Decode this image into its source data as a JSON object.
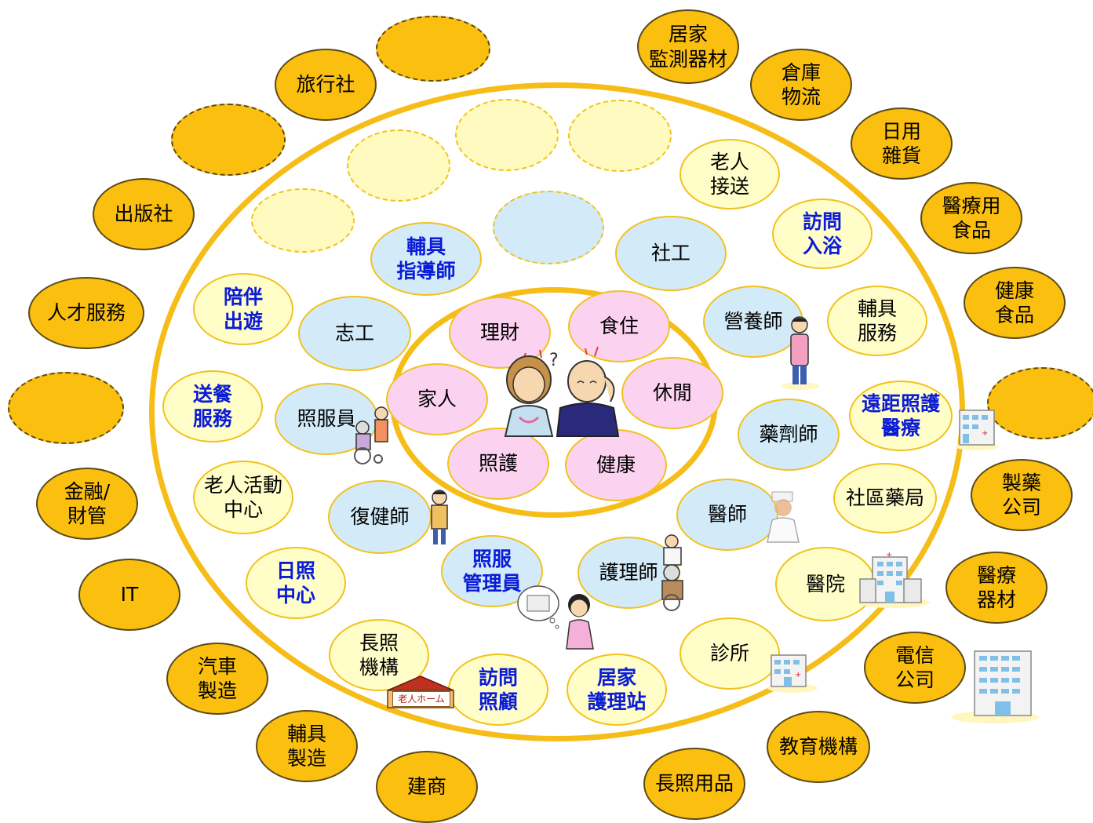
{
  "colors": {
    "outer_fill": "#fbbf0f",
    "ring_stroke": "#f2c21a",
    "middle_fill": "#fffdc8",
    "inner_fill": "#d3ebf8",
    "core_fill": "#fbd3f1",
    "emphasis_text": "#0a1cd6"
  },
  "outer_ring": [
    {
      "label": "旅行社"
    },
    {
      "label": ""
    },
    {
      "label": "居家\n監測器材"
    },
    {
      "label": "倉庫\n物流"
    },
    {
      "label": "日用\n雜貨"
    },
    {
      "label": "醫療用\n食品"
    },
    {
      "label": "健康\n食品"
    },
    {
      "label": ""
    },
    {
      "label": "製藥\n公司"
    },
    {
      "label": "醫療\n器材"
    },
    {
      "label": "電信\n公司"
    },
    {
      "label": "教育機構"
    },
    {
      "label": "長照用品"
    },
    {
      "label": "建商"
    },
    {
      "label": "輔具\n製造"
    },
    {
      "label": "汽車\n製造"
    },
    {
      "label": "IT"
    },
    {
      "label": "金融/\n財管"
    },
    {
      "label": ""
    },
    {
      "label": "人才服務"
    },
    {
      "label": "出版社"
    },
    {
      "label": ""
    }
  ],
  "middle_ring": [
    {
      "label": ""
    },
    {
      "label": ""
    },
    {
      "label": ""
    },
    {
      "label": ""
    },
    {
      "label": "老人\n接送"
    },
    {
      "label": "訪問\n入浴",
      "emphasis": true
    },
    {
      "label": "輔具\n服務"
    },
    {
      "label": "遠距照護\n醫療",
      "emphasis": true
    },
    {
      "label": "社區藥局"
    },
    {
      "label": "醫院"
    },
    {
      "label": "診所"
    },
    {
      "label": "居家\n護理站",
      "emphasis": true
    },
    {
      "label": "訪問\n照顧",
      "emphasis": true
    },
    {
      "label": "長照\n機構"
    },
    {
      "label": "日照\n中心",
      "emphasis": true
    },
    {
      "label": "老人活動\n中心"
    },
    {
      "label": "送餐\n服務",
      "emphasis": true
    },
    {
      "label": "陪伴\n出遊",
      "emphasis": true
    }
  ],
  "inner_ring": [
    {
      "label": "輔具\n指導師",
      "emphasis": true
    },
    {
      "label": ""
    },
    {
      "label": "社工"
    },
    {
      "label": "營養師"
    },
    {
      "label": "藥劑師"
    },
    {
      "label": "醫師"
    },
    {
      "label": "護理師"
    },
    {
      "label": "照服\n管理員",
      "emphasis": true
    },
    {
      "label": "復健師"
    },
    {
      "label": "照服員"
    },
    {
      "label": "志工"
    }
  ],
  "core": [
    {
      "label": "理財"
    },
    {
      "label": "食住"
    },
    {
      "label": "休閒"
    },
    {
      "label": "健康"
    },
    {
      "label": "照護"
    },
    {
      "label": "家人"
    }
  ],
  "signs": {
    "nursing_home": "老人ホーム"
  },
  "icons": [
    "elderly-couple-icon",
    "nutritionist-icon",
    "hospital-building-icon",
    "doctor-icon",
    "physiotherapist-icon",
    "caregiver-wheelchair-icon",
    "nurse-wheelchair-icon",
    "care-manager-girl-icon",
    "nursing-home-icon",
    "clinic-icon",
    "office-building-icon"
  ]
}
